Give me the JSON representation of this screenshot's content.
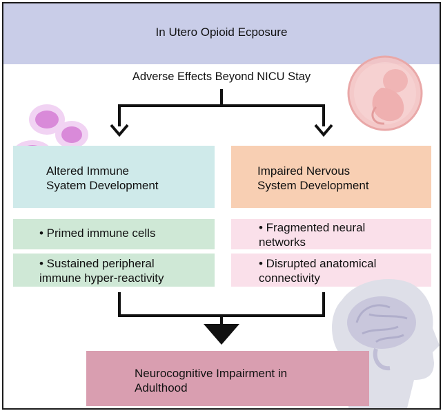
{
  "header": {
    "title": "In Utero Opioid Ecposure"
  },
  "subtitle": "Adverse Effects Beyond NICU Stay",
  "immune": {
    "heading_line1": "Altered Immune",
    "heading_line2": "Syatem Development",
    "items": [
      {
        "line1": "• Primed immune cells",
        "line2": ""
      },
      {
        "line1": "• Sustained peripheral",
        "line2": "immune hyper-reactivity"
      }
    ]
  },
  "nervous": {
    "heading_line1": "Impaired Nervous",
    "heading_line2": "System Development",
    "items": [
      {
        "line1": "• Fragmented neural",
        "line2": "networks"
      },
      {
        "line1": "• Disrupted anatomical",
        "line2": "connectivity"
      }
    ]
  },
  "outcome": {
    "line1": "Neurocognitive Impairment in",
    "line2": "Adulthood"
  },
  "colors": {
    "header_bg": "#c9cde8",
    "immune_heading": "#cfeaea",
    "immune_items": "#cfe8d6",
    "nervous_heading": "#f8cfb3",
    "nervous_items": "#fae0ea",
    "outcome": "#d99eb0"
  },
  "icons": [
    "fetus-icon",
    "immune-cells-icon",
    "head-brain-icon"
  ]
}
